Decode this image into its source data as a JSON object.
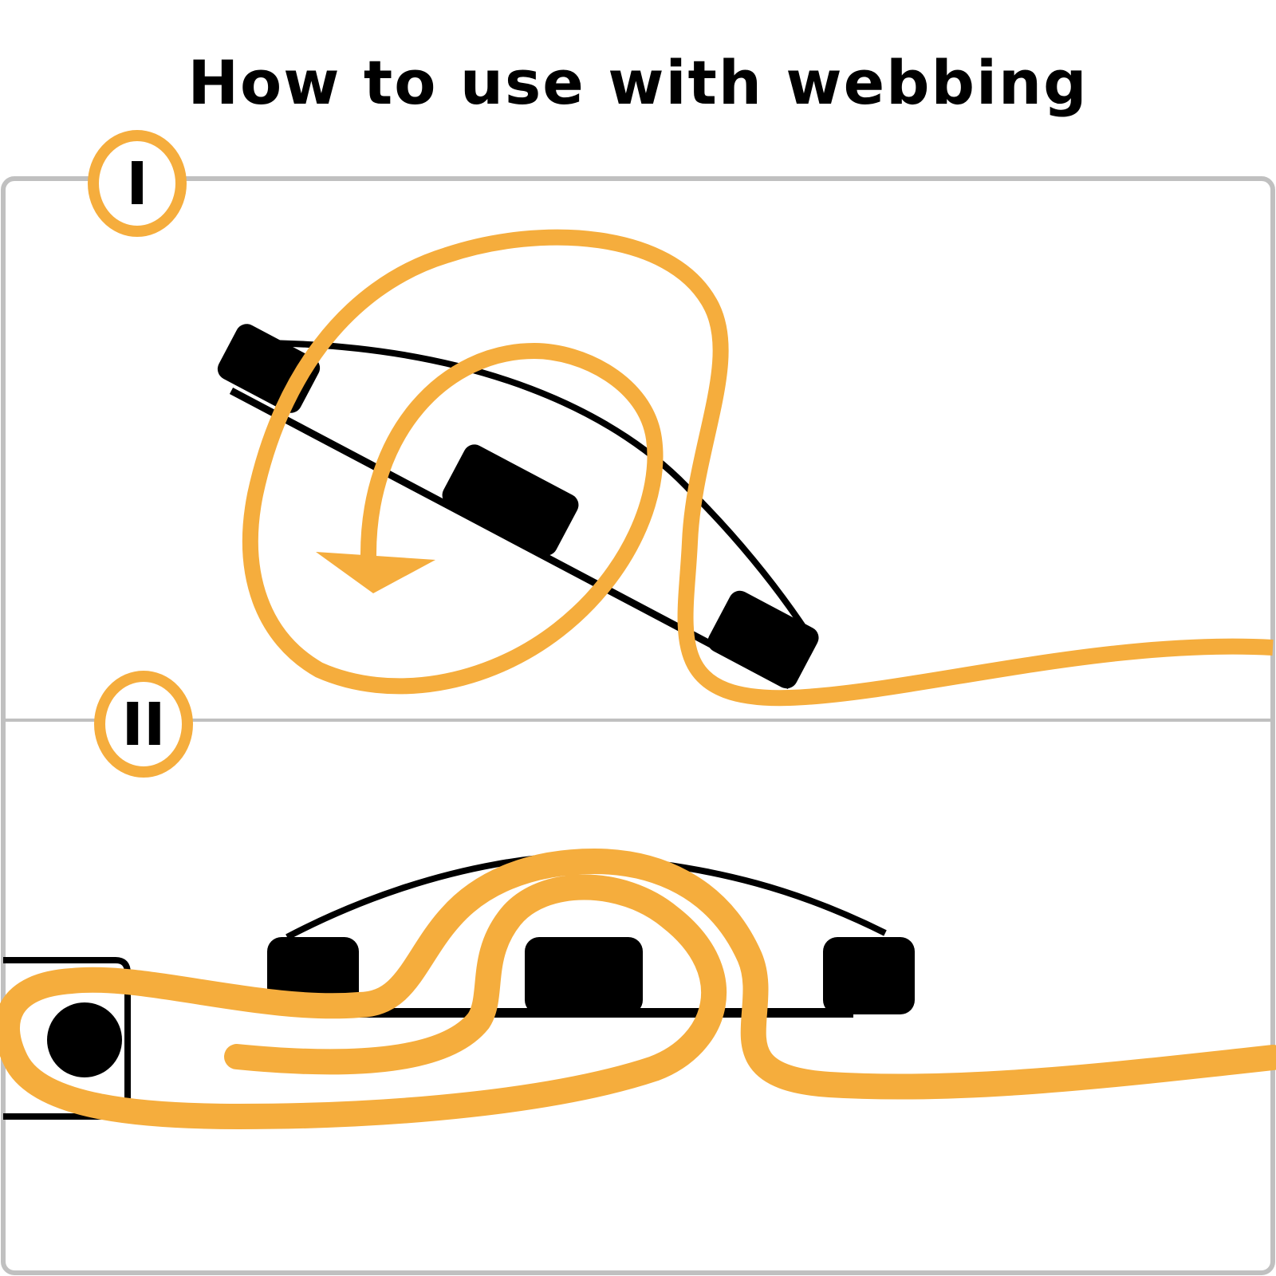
{
  "title": "How to use with webbing",
  "steps": [
    {
      "label": "I"
    },
    {
      "label": "II"
    }
  ],
  "colors": {
    "webbing": "#F5AD3D",
    "frame": "#C0C0C0",
    "ink": "#000000",
    "background": "#FFFFFF"
  }
}
